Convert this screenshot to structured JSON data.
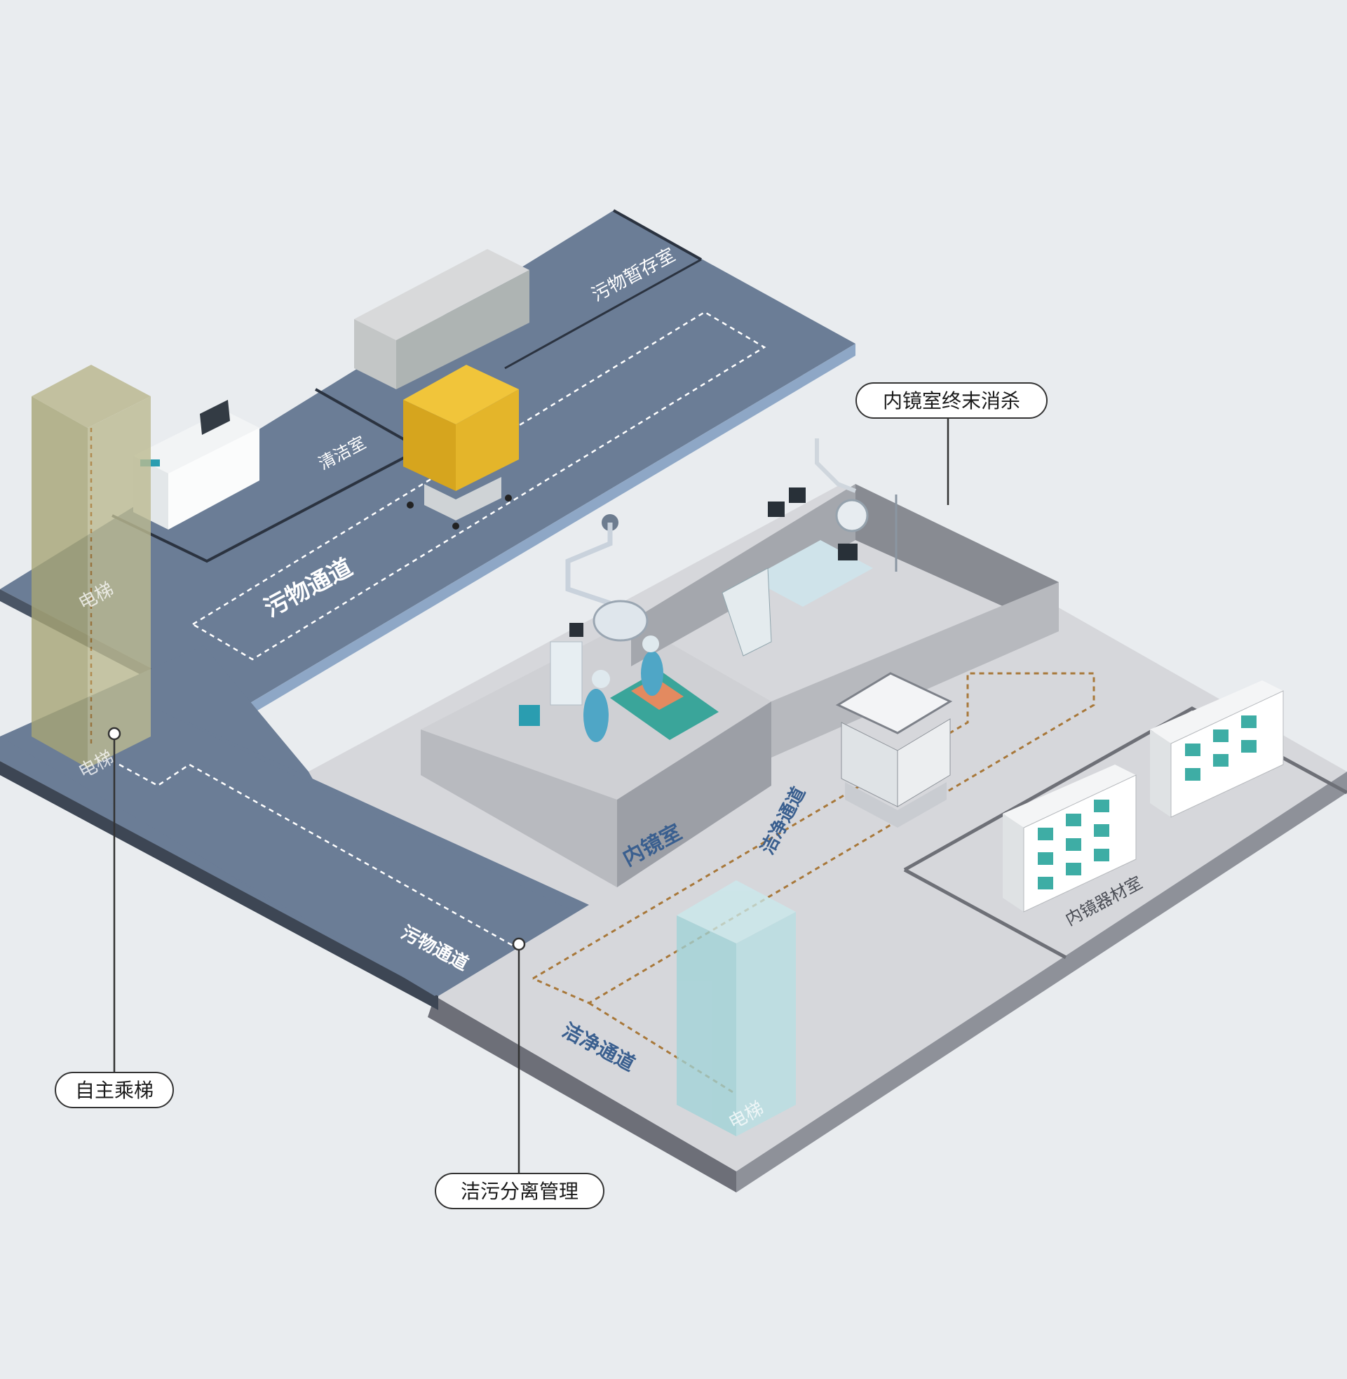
{
  "rooms": {
    "dirty_storage": "污物暂存室",
    "cleaning_room": "清洁室",
    "endoscopy_room": "内镜室",
    "endoscope_storage": "内镜器材室"
  },
  "corridors": {
    "dirty_upper": "污物通道",
    "dirty_lower": "污物通道",
    "clean_main": "洁净通道",
    "clean_vertical": "洁净通道"
  },
  "elevators": {
    "upper_top": "电梯",
    "upper_bottom": "电梯",
    "clean": "电梯"
  },
  "callouts": {
    "terminal_disinfection": "内镜室终末消杀",
    "autonomous_elevator": "自主乘梯",
    "clean_dirty_separation": "洁污分离管理"
  },
  "colors": {
    "background": "#e9ecef",
    "dirty_corridor": "#6b7d96",
    "clean_floor": "#d4d5d9",
    "wall": "#9a9da4",
    "elevator_left": "#a7a56b",
    "elevator_clean": "#9fd3d8",
    "robot_yellow": "#e8b322",
    "staff_teal": "#4fa6c6"
  }
}
